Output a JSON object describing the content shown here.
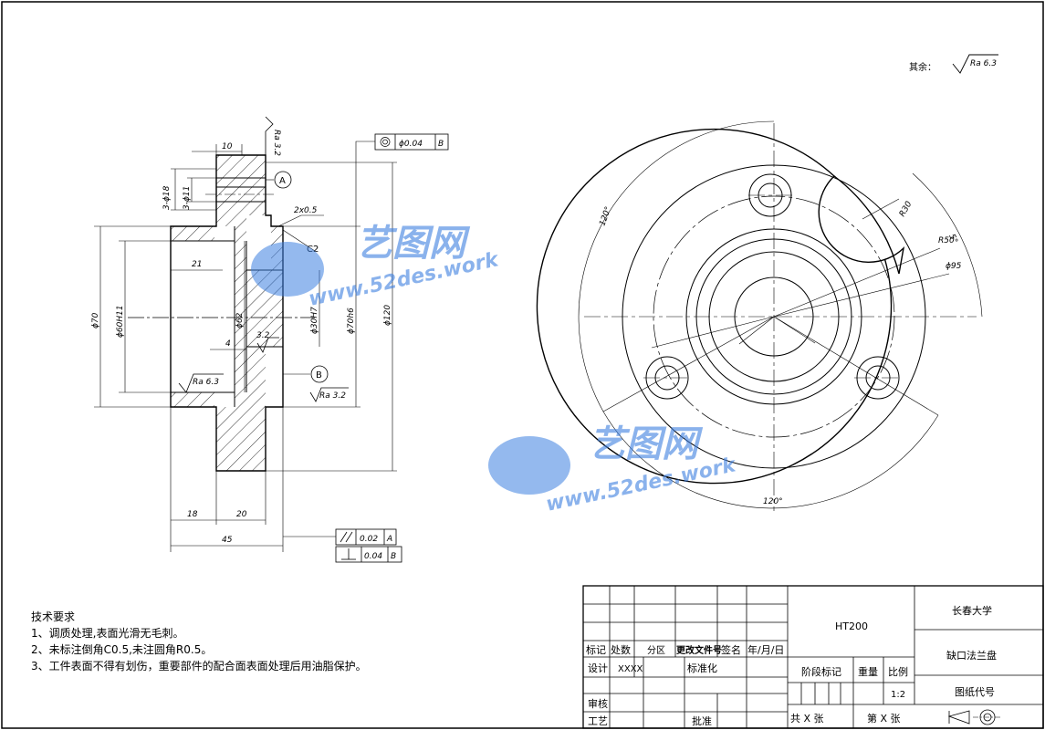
{
  "surface_finish_default": {
    "label": "其余：",
    "ra": "Ra 6.3"
  },
  "section_view": {
    "dims": {
      "top_width": "10",
      "holes_18": "3-ϕ18",
      "holes_11": "3-ϕ11",
      "ra_top": "Ra 3.2",
      "chamfer_2x05": "2x0.5",
      "chamfer_c2": "C2",
      "depth_21": "21",
      "d70": "ϕ70",
      "d60": "ϕ60H11",
      "d62": "ϕ62",
      "d30": "ϕ30H7",
      "d70h6": "ϕ70h6",
      "d120": "ϕ120",
      "four": "4",
      "ra32_small": "3.2",
      "ra_left": "Ra 6.3",
      "ra_right": "Ra 3.2",
      "w18": "18",
      "w20": "20",
      "w45": "45"
    },
    "datum_a": "A",
    "datum_b": "B",
    "tol_coax": {
      "value": "ϕ0.04",
      "datum": "B"
    },
    "tol_parallel": {
      "value": "0.02",
      "datum": "A"
    },
    "tol_perp": {
      "value": "0.04",
      "datum": "B"
    }
  },
  "plan_view": {
    "angle_top": "120°",
    "angle_bottom": "120°",
    "angle_right": "5°",
    "r30": "R30",
    "r50": "R50",
    "d95": "ϕ95"
  },
  "watermark": {
    "brand": "艺图网",
    "url": "www.52des.work"
  },
  "tech_requirements": {
    "title": "技术要求",
    "items": [
      "1、调质处理,表面光滑无毛刺。",
      "2、未标注倒角C0.5,未注圆角R0.5。",
      "3、工件表面不得有划伤，重要部件的配合面表面处理后用油脂保护。"
    ]
  },
  "title_block": {
    "mark": "标记",
    "count": "处数",
    "zone": "分区",
    "change_doc": "更改文件号",
    "sign": "签名",
    "date": "年/月/日",
    "design": "设计",
    "designer": "XXXX",
    "standard": "标准化",
    "review": "审核",
    "process": "工艺",
    "approve": "批准",
    "material": "HT200",
    "school": "长春大学",
    "part_name": "缺口法兰盘",
    "stage": "阶段标记",
    "weight": "重量",
    "scale_label": "比例",
    "scale": "1:2",
    "drawing_no": "图纸代号",
    "total_sheets": "共 X 张",
    "sheet_no": "第 X 张"
  }
}
